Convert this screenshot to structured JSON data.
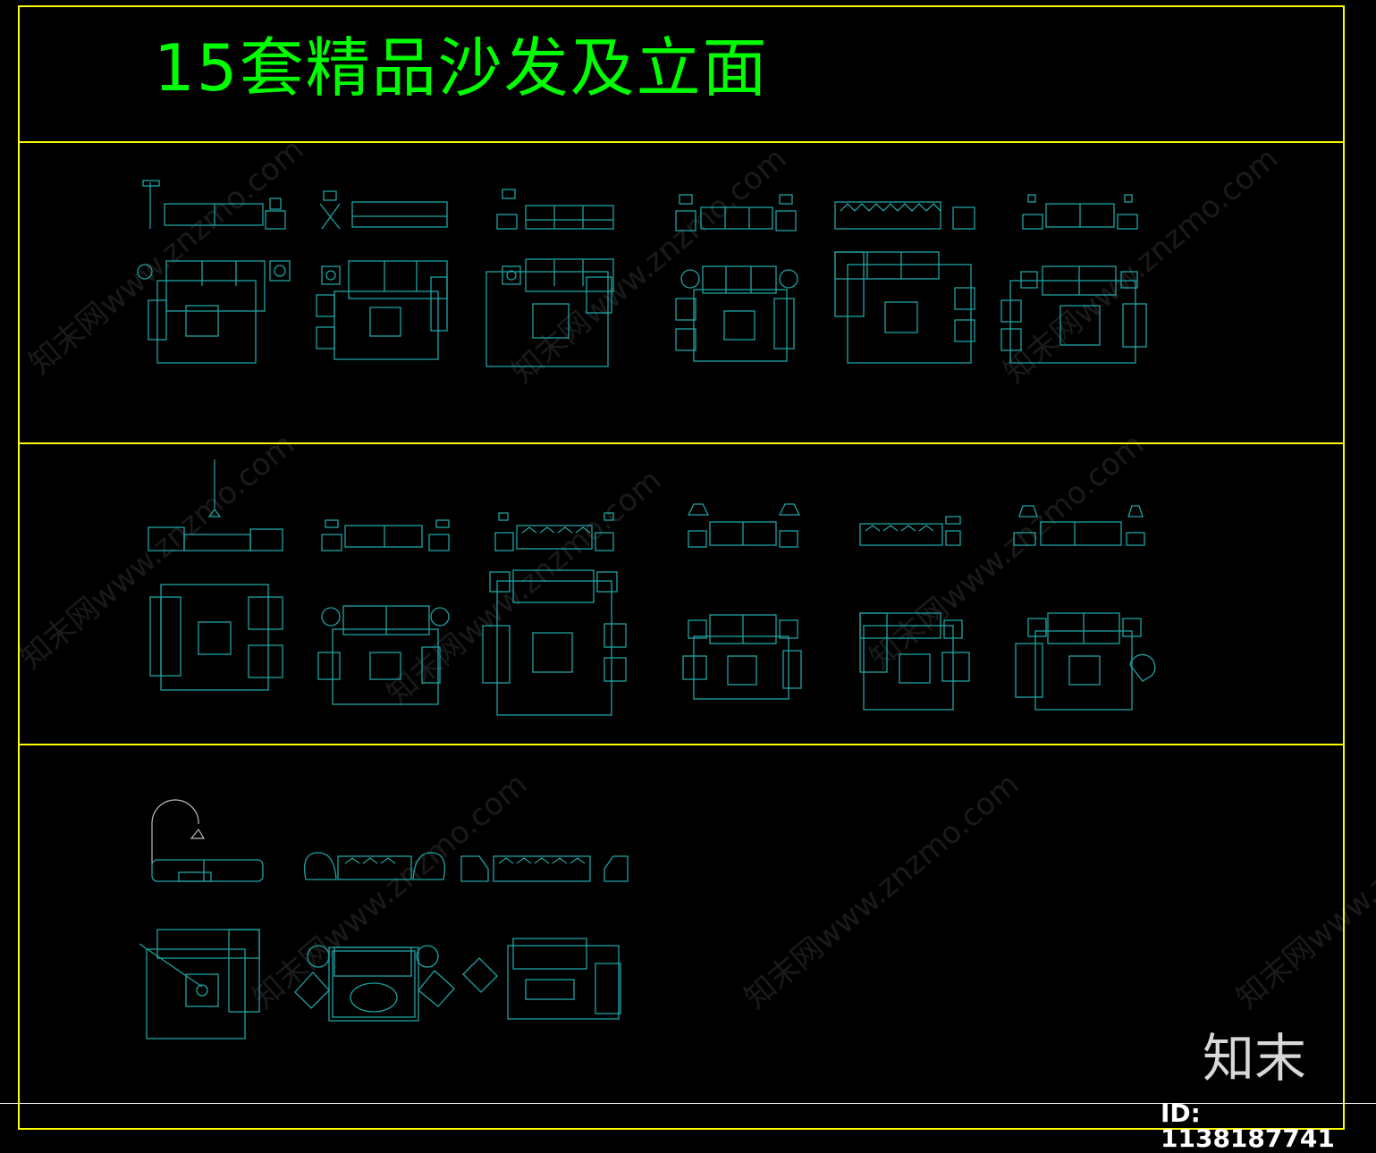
{
  "title": "15套精品沙发及立面",
  "logo_text": "知末",
  "id_text": "ID: 1138187741",
  "watermark_text": "知末网www.znzmo.com",
  "colors": {
    "background": "#000000",
    "frame": "#ffff00",
    "title": "#00ff00",
    "drawing": "#1fa3a3",
    "logo": "#d8d8d8"
  }
}
